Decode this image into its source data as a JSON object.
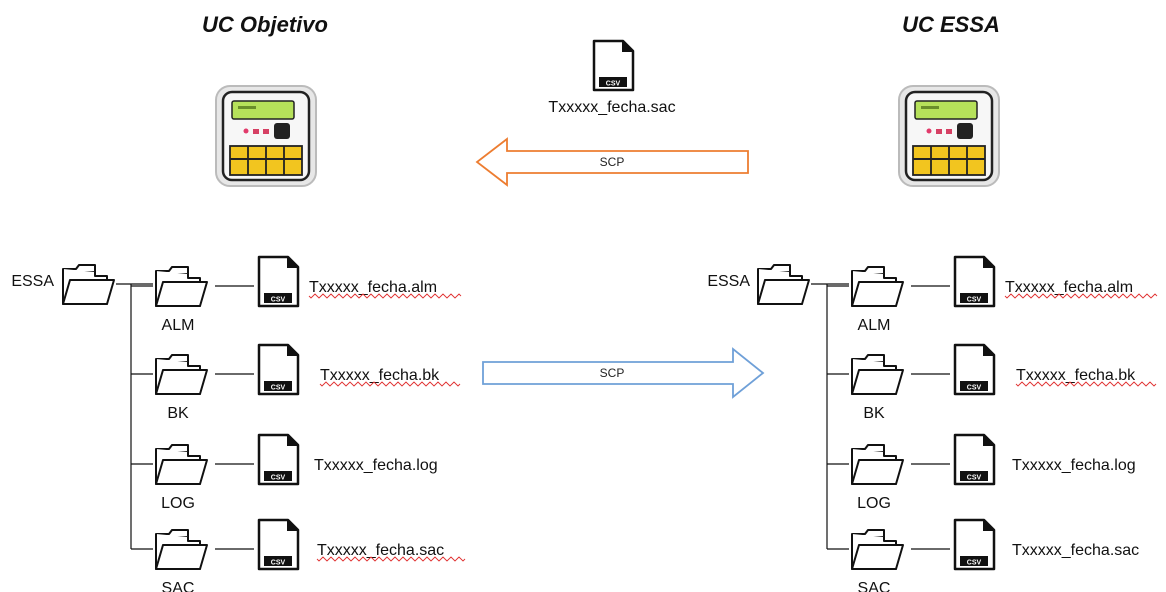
{
  "titles": {
    "left": "UC Objetivo",
    "right": "UC ESSA"
  },
  "top_file": {
    "name": "Txxxxx_fecha.sac",
    "badge": "CSV"
  },
  "arrows": {
    "top": "SCP",
    "middle": "SCP"
  },
  "colors": {
    "arrow_top": "#ED7D31",
    "arrow_middle": "#6FA0D8",
    "spellcheck": "#E03030"
  },
  "left_tree": {
    "root": "ESSA",
    "folders": [
      {
        "label": "ALM",
        "file": "Txxxxx_fecha.alm",
        "badge": "CSV"
      },
      {
        "label": "BK",
        "file": "Txxxxx_fecha.bk",
        "badge": "CSV"
      },
      {
        "label": "LOG",
        "file": "Txxxxx_fecha.log",
        "badge": "CSV"
      },
      {
        "label": "SAC",
        "file": "Txxxxx_fecha.sac",
        "badge": "CSV"
      }
    ]
  },
  "right_tree": {
    "root": "ESSA",
    "folders": [
      {
        "label": "ALM",
        "file": "Txxxxx_fecha.alm",
        "badge": "CSV"
      },
      {
        "label": "BK",
        "file": "Txxxxx_fecha.bk",
        "badge": "CSV"
      },
      {
        "label": "LOG",
        "file": "Txxxxx_fecha.log",
        "badge": "CSV"
      },
      {
        "label": "SAC",
        "file": "Txxxxx_fecha.sac",
        "badge": "CSV"
      }
    ]
  }
}
